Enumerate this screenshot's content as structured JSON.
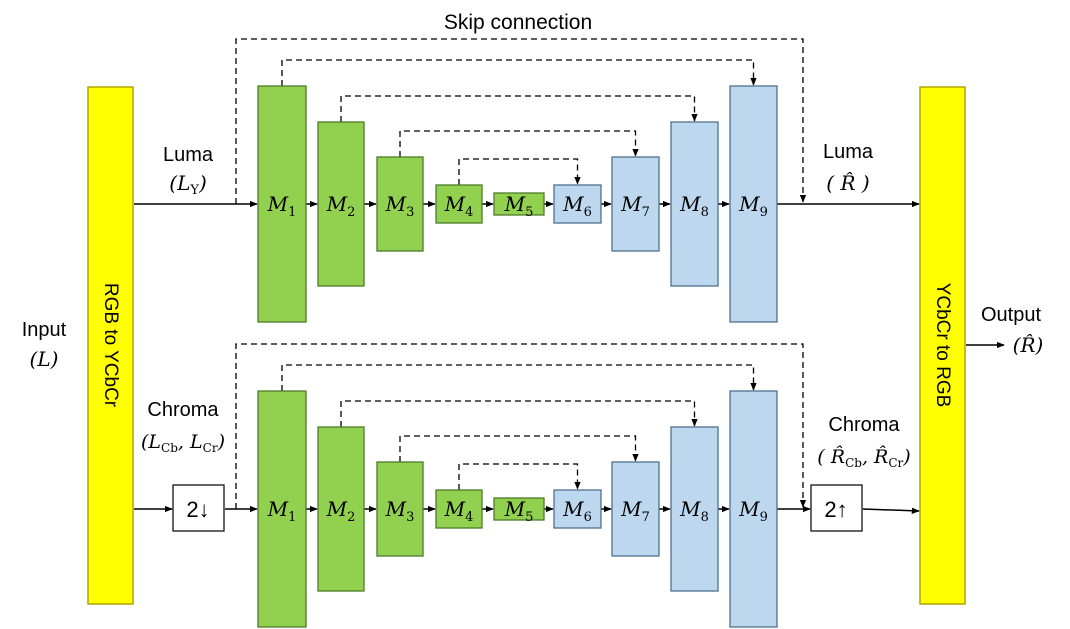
{
  "skip_label": "Skip connection",
  "input": {
    "label": "Input",
    "symbol": "(L)"
  },
  "output": {
    "label": "Output",
    "symbol": "(R̂)"
  },
  "converters": {
    "rgb_to_ycbcr": "RGB to YCbCr",
    "ycbcr_to_rgb": "YCbCr to RGB"
  },
  "luma": {
    "label_in": "Luma",
    "symbol_in": "L",
    "symbol_in_sub": "Y",
    "label_out": "Luma",
    "symbol_out": "R̂"
  },
  "chroma": {
    "label_in": "Chroma",
    "symbol_in_1": "L",
    "symbol_in_1_sub": "Cb",
    "symbol_in_2": "L",
    "symbol_in_2_sub": "Cr",
    "label_out": "Chroma",
    "symbol_out_1": "R̂",
    "symbol_out_1_sub": "Cb",
    "symbol_out_2": "R̂",
    "symbol_out_2_sub": "Cr",
    "down_label": "2↓",
    "up_label": "2↑"
  },
  "modules": [
    {
      "name": "M",
      "sub": "1"
    },
    {
      "name": "M",
      "sub": "2"
    },
    {
      "name": "M",
      "sub": "3"
    },
    {
      "name": "M",
      "sub": "4"
    },
    {
      "name": "M",
      "sub": "5"
    },
    {
      "name": "M",
      "sub": "6"
    },
    {
      "name": "M",
      "sub": "7"
    },
    {
      "name": "M",
      "sub": "8"
    },
    {
      "name": "M",
      "sub": "9"
    }
  ],
  "colors": {
    "converter_fill": "#ffff00",
    "converter_stroke": "#b3a300",
    "encoder_fill": "#92d050",
    "encoder_stroke": "#4e7b2a",
    "decoder_fill": "#bdd7ee",
    "decoder_stroke": "#4f6f8f",
    "line": "#000000"
  }
}
